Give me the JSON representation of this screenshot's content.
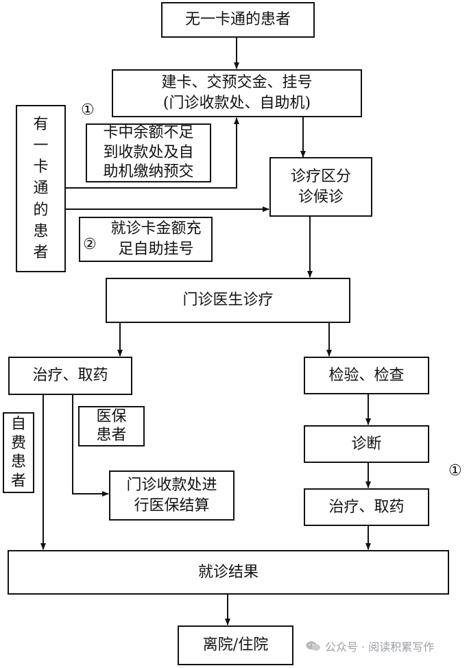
{
  "nodes": {
    "no_card_patient": "无一卡通的患者",
    "register_line1": "建卡、交预交金、挂号",
    "register_line2": "(门诊收款处、自助机)",
    "has_card_patient": [
      "有",
      "一",
      "卡",
      "通",
      "的",
      "患",
      "者"
    ],
    "insufficient_balance": [
      "卡中余额不足",
      "到收款处及自",
      "助机缴纳预交"
    ],
    "sufficient_balance": [
      "就诊卡金额充",
      "足自助挂号"
    ],
    "triage": [
      "诊疗区分",
      "诊候诊"
    ],
    "doctor": "门诊医生诊疗",
    "treat_left": "治疗、取药",
    "exam": "检验、检查",
    "diagnosis": "诊断",
    "treat_right": "治疗、取药",
    "self_pay": [
      "自",
      "费",
      "患",
      "者"
    ],
    "insured": [
      "医保",
      "患者"
    ],
    "insurance_settlement": [
      "门诊收款处进",
      "行医保结算"
    ],
    "result": "就诊结果",
    "discharge": "离院/住院"
  },
  "markers": {
    "path1_top": "①",
    "path2": "②",
    "path1_right": "①"
  },
  "watermark": {
    "icon": "wechat-icon",
    "text": "公众号 · 阅读积累写作"
  }
}
